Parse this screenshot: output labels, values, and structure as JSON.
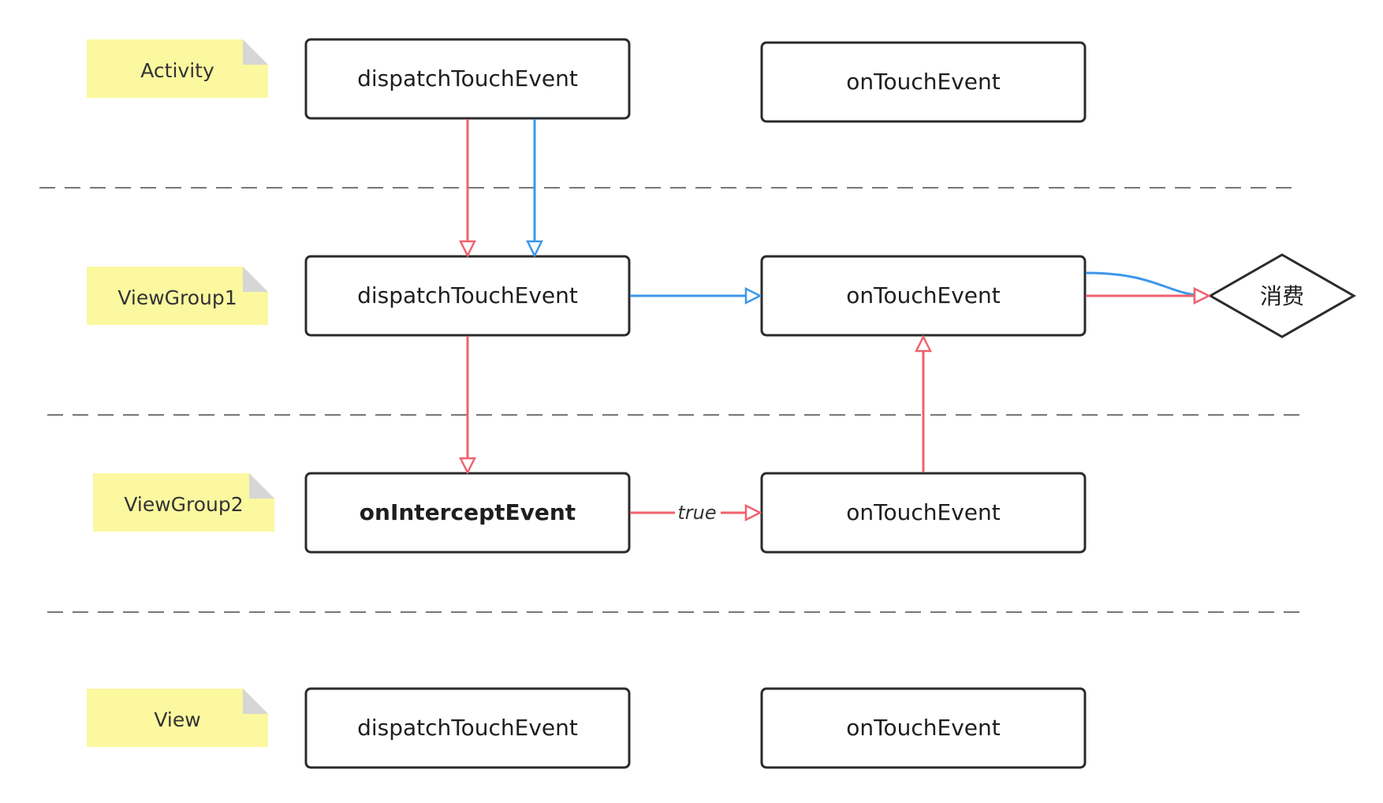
{
  "colors": {
    "red_arrow": "#f0626e",
    "blue_arrow": "#3d97ea",
    "note_fill": "#fbf8a0",
    "note_fold": "#d6d6d6",
    "box_border": "#2b2b2b",
    "divider": "#777777"
  },
  "layers": [
    {
      "label": "Activity"
    },
    {
      "label": "ViewGroup1"
    },
    {
      "label": "ViewGroup2"
    },
    {
      "label": "View"
    }
  ],
  "boxes": {
    "activity_dispatch": "dispatchTouchEvent",
    "activity_ontouch": "onTouchEvent",
    "vg1_dispatch": "dispatchTouchEvent",
    "vg1_ontouch": "onTouchEvent",
    "vg2_intercept": "onInterceptEvent",
    "vg2_ontouch": "onTouchEvent",
    "view_dispatch": "dispatchTouchEvent",
    "view_ontouch": "onTouchEvent"
  },
  "decision": {
    "label": "消费"
  },
  "edge_labels": {
    "intercept_true": "true"
  }
}
